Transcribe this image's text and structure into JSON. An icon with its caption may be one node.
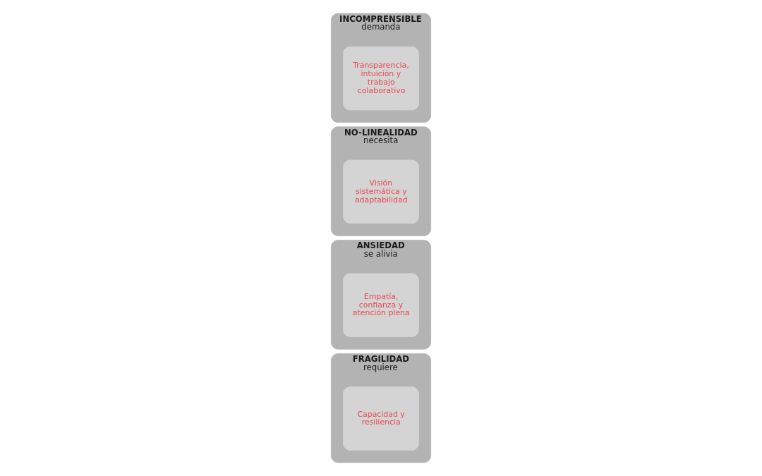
{
  "diagram": {
    "nodes": [
      {
        "text": [
          "FRAGILIDAD",
          "requiere"
        ]
      },
      {
        "text": [
          "Capacidad y resiliencia"
        ],
        "in": 0
      },
      {
        "text": [
          "ANSIEDAD",
          "se alivia"
        ]
      },
      {
        "text": [
          "Empatía, confianza y atención plena"
        ],
        "in": 2
      },
      {
        "text": [
          "NO-LINEALIDAD",
          "necesita"
        ]
      },
      {
        "text": [
          "Visión sistemática y adaptabilidad"
        ],
        "in": 4
      },
      {
        "text": [
          "INCOMPRENSIBLE",
          "demanda"
        ]
      },
      {
        "text": [
          "Transparencia, intuición y trabajo colaborativo"
        ],
        "in": 6
      }
    ]
  }
}
